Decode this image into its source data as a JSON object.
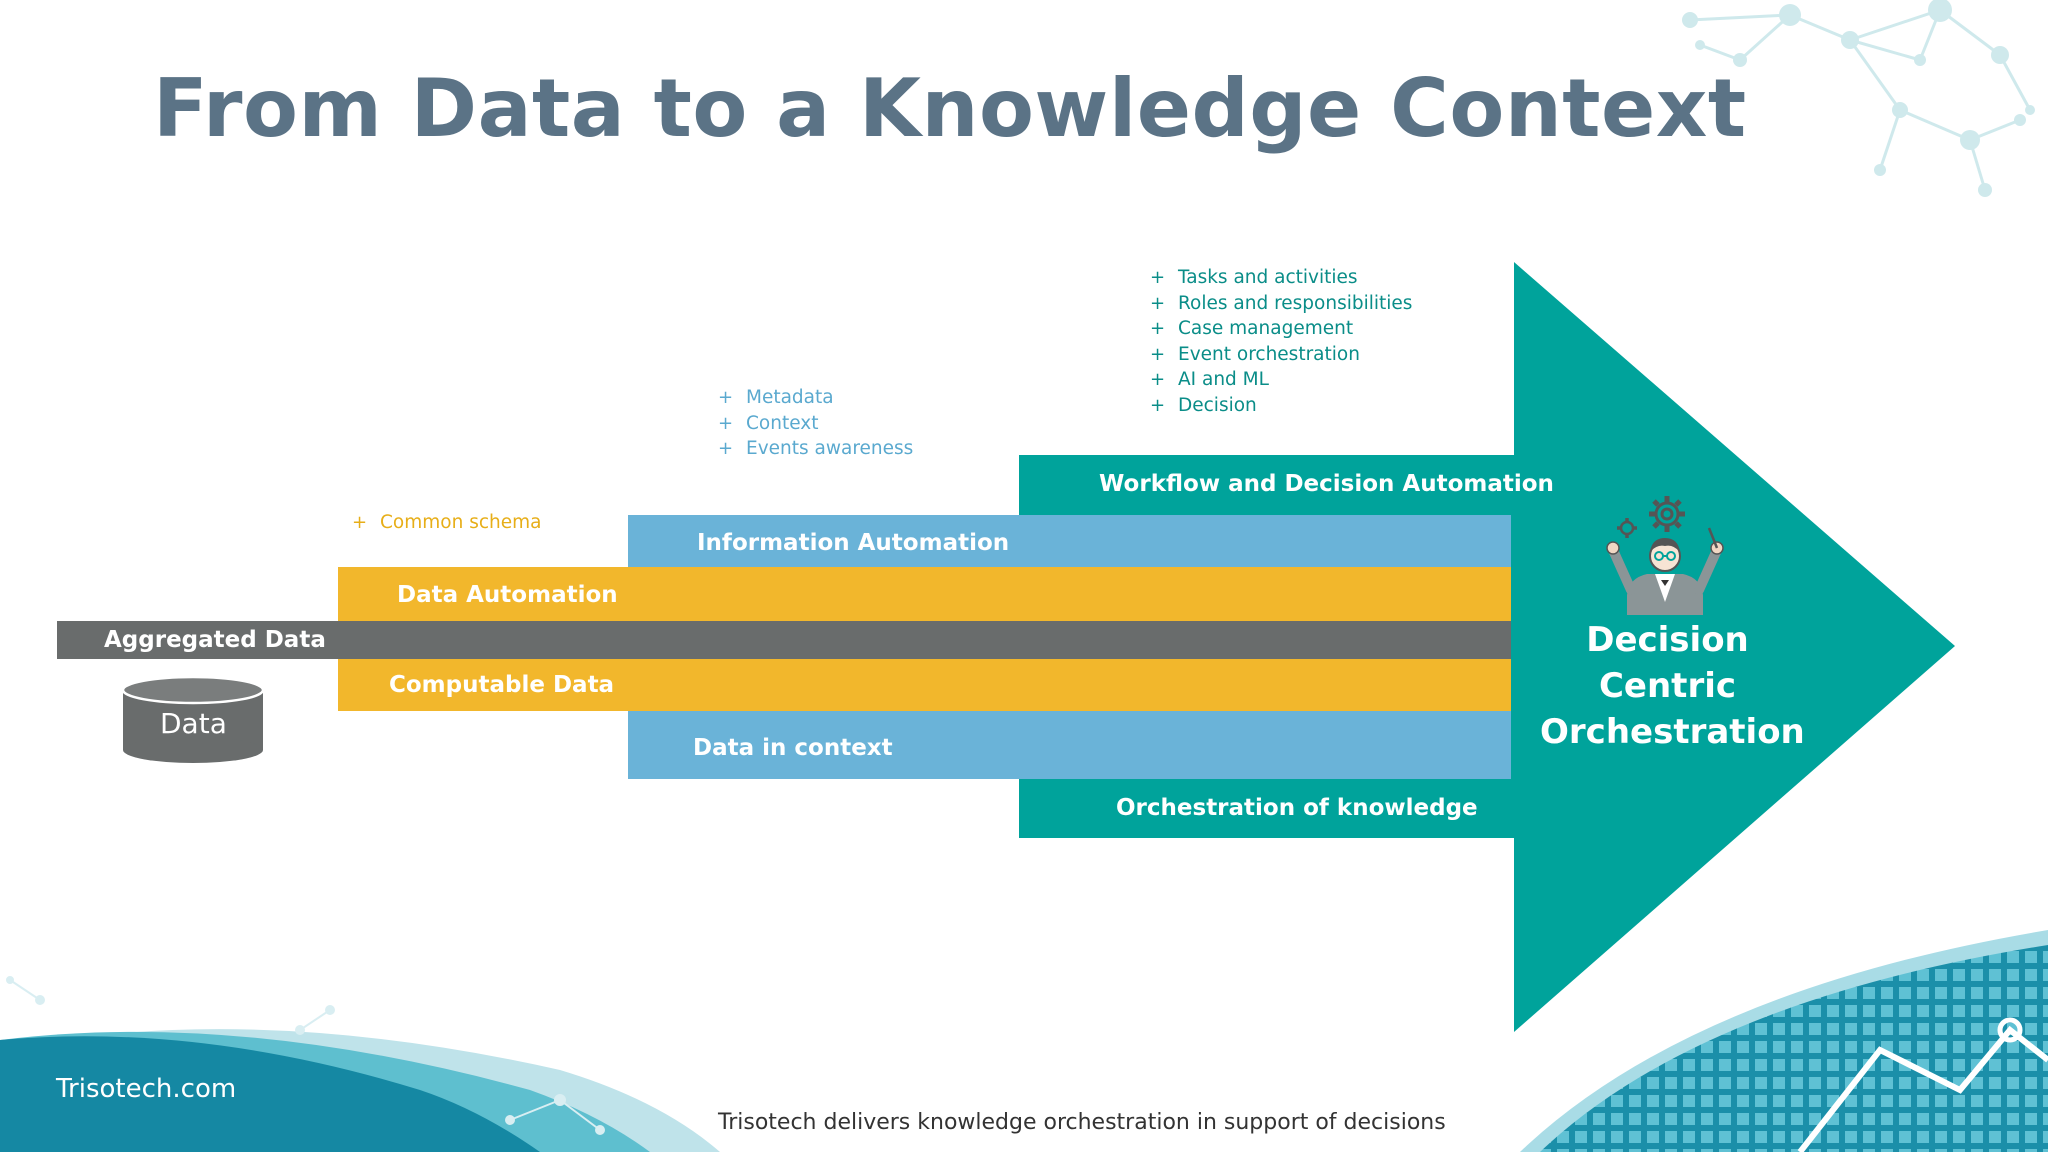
{
  "title": "From Data to a Knowledge Context",
  "bands": {
    "aggregated": "Aggregated Data",
    "data_automation": "Data Automation",
    "computable": "Computable Data",
    "information_automation": "Information Automation",
    "data_in_context": "Data in context",
    "workflow": "Workflow and Decision Automation",
    "orchestration_knowledge": "Orchestration of knowledge"
  },
  "data_cylinder": "Data",
  "arrow_label": [
    "Decision",
    "Centric",
    "Orchestration"
  ],
  "lists": {
    "common_schema": [
      "Common schema"
    ],
    "information": [
      "Metadata",
      "Context",
      "Events awareness"
    ],
    "workflow": [
      "Tasks and activities",
      "Roles and responsibilities",
      "Case management",
      "Event orchestration",
      "AI and ML",
      "Decision"
    ]
  },
  "bullet_symbol": "+",
  "footer": {
    "site": "Trisotech.com",
    "tagline": "Trisotech delivers knowledge orchestration in support of decisions"
  },
  "colors": {
    "teal": "#00a39b",
    "blue": "#6ab3d8",
    "yellow": "#f2b72c",
    "gray": "#696c6c",
    "title": "#5b7386"
  },
  "icons": [
    "network-decoration-icon",
    "database-cylinder-icon",
    "conductor-icon",
    "gear-icon",
    "grid-wave-decoration-icon"
  ]
}
